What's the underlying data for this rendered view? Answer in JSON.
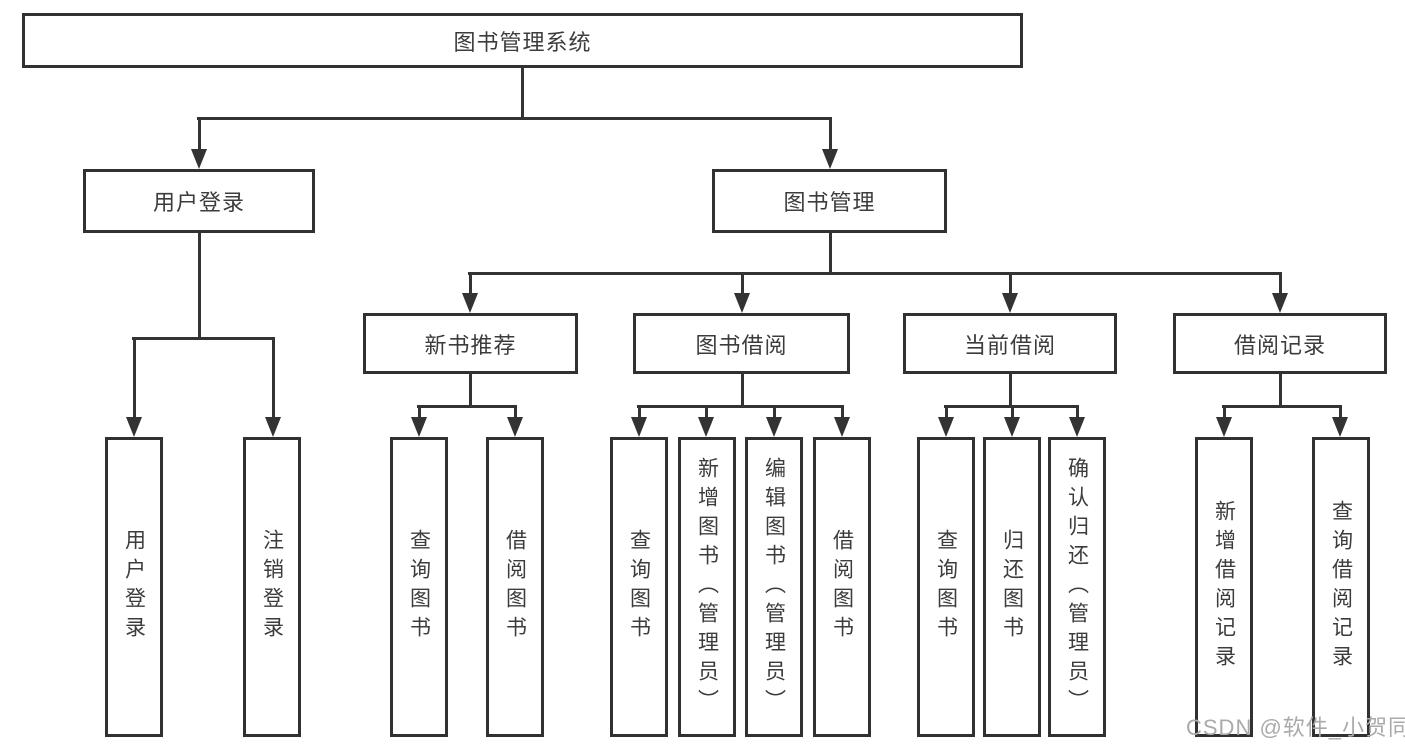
{
  "colors": {
    "background": "#ffffff",
    "line": "#333333",
    "box_border": "#313131",
    "label_text": "#3c3c3c",
    "watermark_text": "#aaaaaa"
  },
  "watermark": {
    "text": "CSDN @软件_小贺同学"
  },
  "tree": {
    "root": {
      "label": "图书管理系统"
    },
    "branches": [
      {
        "label": "用户登录",
        "children": [
          {
            "label": "用户登录"
          },
          {
            "label": "注销登录"
          }
        ]
      },
      {
        "label": "图书管理",
        "children": [
          {
            "label": "新书推荐",
            "children": [
              {
                "label": "查询图书"
              },
              {
                "label": "借阅图书"
              }
            ]
          },
          {
            "label": "图书借阅",
            "children": [
              {
                "label": "查询图书"
              },
              {
                "label": "新增图书（管理员）"
              },
              {
                "label": "编辑图书（管理员）"
              },
              {
                "label": "借阅图书"
              }
            ]
          },
          {
            "label": "当前借阅",
            "children": [
              {
                "label": "查询图书"
              },
              {
                "label": "归还图书"
              },
              {
                "label": "确认归还（管理员）"
              }
            ]
          },
          {
            "label": "借阅记录",
            "children": [
              {
                "label": "新增借阅记录"
              },
              {
                "label": "查询借阅记录"
              }
            ]
          }
        ]
      }
    ]
  }
}
